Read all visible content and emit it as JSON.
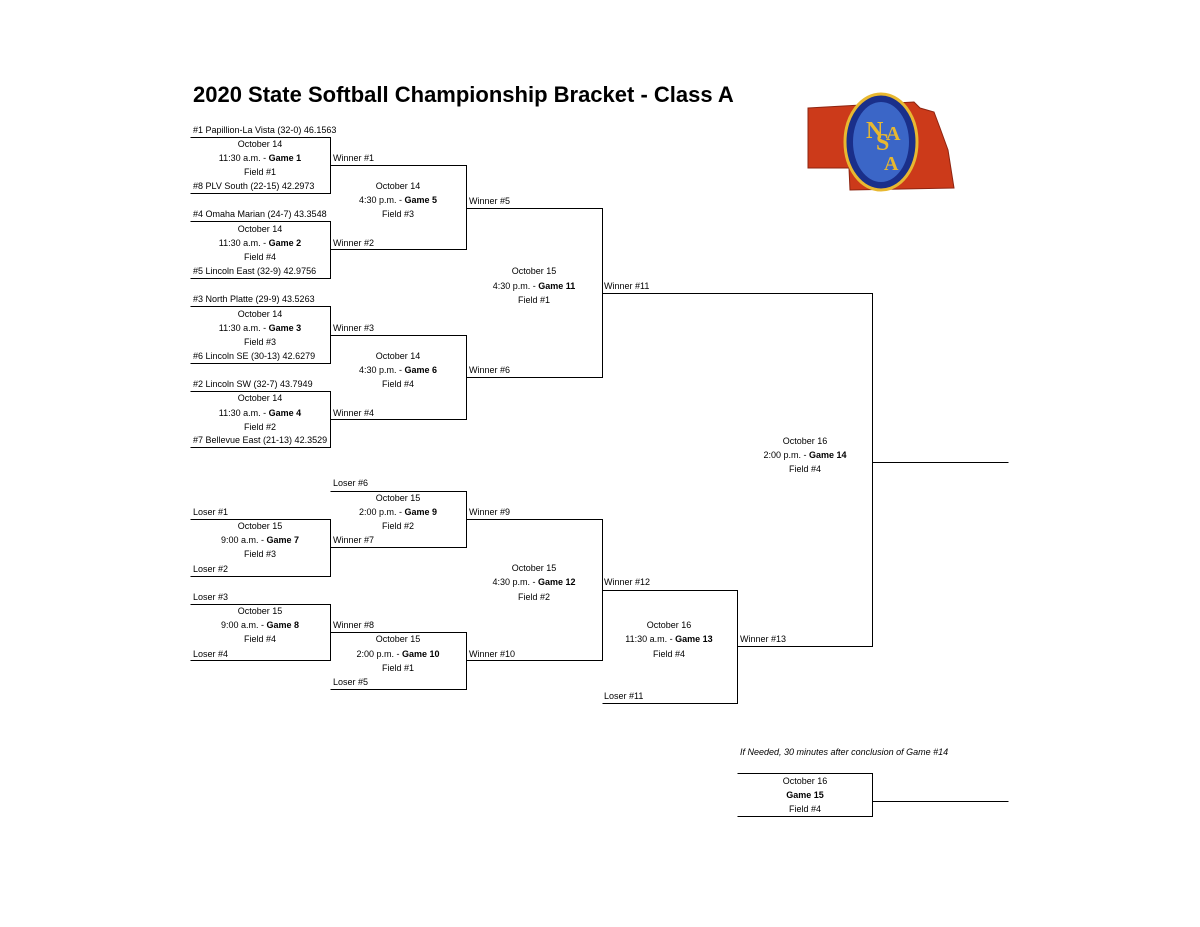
{
  "title": "2020 State Softball Championship Bracket - Class A",
  "logo": {
    "letters": [
      "N",
      "S",
      "A",
      "A"
    ],
    "colors": {
      "state": "#cc3a1a",
      "ring": "#1a2f8a",
      "gold": "#e8b830"
    }
  },
  "teams": [
    "#1 Papillion-La Vista (32-0) 46.1563",
    "#8 PLV South (22-15) 42.2973",
    "#4 Omaha Marian (24-7) 43.3548",
    "#5 Lincoln East (32-9) 42.9756",
    "#3 North Platte (29-9) 43.5263",
    "#6 Lincoln SE (30-13) 42.6279",
    "#2 Lincoln SW (32-7) 43.7949",
    "#7 Bellevue East (21-13) 42.3529"
  ],
  "games": [
    {
      "date": "October 14",
      "time": "11:30 a.m. - ",
      "game": "Game 1",
      "field": "Field #1"
    },
    {
      "date": "October 14",
      "time": "11:30 a.m. - ",
      "game": "Game 2",
      "field": "Field #4"
    },
    {
      "date": "October 14",
      "time": "11:30 a.m. - ",
      "game": "Game 3",
      "field": "Field #3"
    },
    {
      "date": "October 14",
      "time": "11:30 a.m. - ",
      "game": "Game 4",
      "field": "Field #2"
    },
    {
      "date": "October 14",
      "time": "4:30 p.m. - ",
      "game": "Game 5",
      "field": "Field #3"
    },
    {
      "date": "October 14",
      "time": "4:30 p.m. - ",
      "game": "Game 6",
      "field": "Field #4"
    },
    {
      "date": "October 15",
      "time": "4:30 p.m. - ",
      "game": "Game 11",
      "field": "Field #1"
    },
    {
      "date": "October 15",
      "time": "2:00 p.m. - ",
      "game": "Game 9",
      "field": "Field #2"
    },
    {
      "date": "October 15",
      "time": "9:00 a.m. - ",
      "game": "Game 7",
      "field": "Field #3"
    },
    {
      "date": "October 15",
      "time": "9:00 a.m. - ",
      "game": "Game 8",
      "field": "Field #4"
    },
    {
      "date": "October 15",
      "time": "2:00 p.m. - ",
      "game": "Game 10",
      "field": "Field #1"
    },
    {
      "date": "October 15",
      "time": "4:30 p.m. - ",
      "game": "Game 12",
      "field": "Field #2"
    },
    {
      "date": "October 16",
      "time": "11:30 a.m. - ",
      "game": "Game 13",
      "field": "Field #4"
    },
    {
      "date": "October 16",
      "time": "2:00 p.m. - ",
      "game": "Game 14",
      "field": "Field #4"
    },
    {
      "date": "October 16",
      "time": "",
      "game": "Game 15",
      "field": "Field #4"
    }
  ],
  "labels": {
    "w1": "Winner #1",
    "w2": "Winner #2",
    "w3": "Winner #3",
    "w4": "Winner #4",
    "w5": "Winner #5",
    "w6": "Winner #6",
    "w7": "Winner #7",
    "w8": "Winner #8",
    "w9": "Winner #9",
    "w10": "Winner #10",
    "w11": "Winner #11",
    "w12": "Winner #12",
    "w13": "Winner #13",
    "l1": "Loser #1",
    "l2": "Loser #2",
    "l3": "Loser #3",
    "l4": "Loser #4",
    "l5": "Loser #5",
    "l6": "Loser #6",
    "l11": "Loser #11"
  },
  "note": "If Needed, 30 minutes after conclusion of Game #14"
}
